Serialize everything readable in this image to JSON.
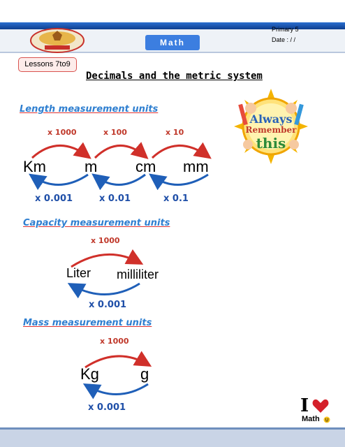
{
  "header": {
    "subject_banner": "Math",
    "primary": "Primary 5",
    "date": "Date :   /   /"
  },
  "lessons": "Lessons 7to9",
  "title": "Decimals and the metric system",
  "badge": {
    "line1": "Always",
    "line2": "Remember",
    "line3": "this"
  },
  "length": {
    "heading": "Length measurement units",
    "multipliers": [
      "x 1000",
      "x 100",
      "x 10"
    ],
    "units": [
      "Km",
      "m",
      "cm",
      "mm"
    ],
    "dividers": [
      "x 0.001",
      "x 0.01",
      "x 0.1"
    ]
  },
  "capacity": {
    "heading": "Capacity measurement units",
    "multiplier": "x 1000",
    "units": [
      "Liter",
      "milliliter"
    ],
    "divider": "x 0.001"
  },
  "mass": {
    "heading": "Mass measurement units",
    "multiplier": "x 1000",
    "units": [
      "Kg",
      "g"
    ],
    "divider": "x 0.001"
  },
  "footer_logo": {
    "letter": "I",
    "word": "Math"
  },
  "colors": {
    "red": "#d0302a",
    "blue": "#1f5fb8",
    "heading": "#2f7fd0"
  }
}
